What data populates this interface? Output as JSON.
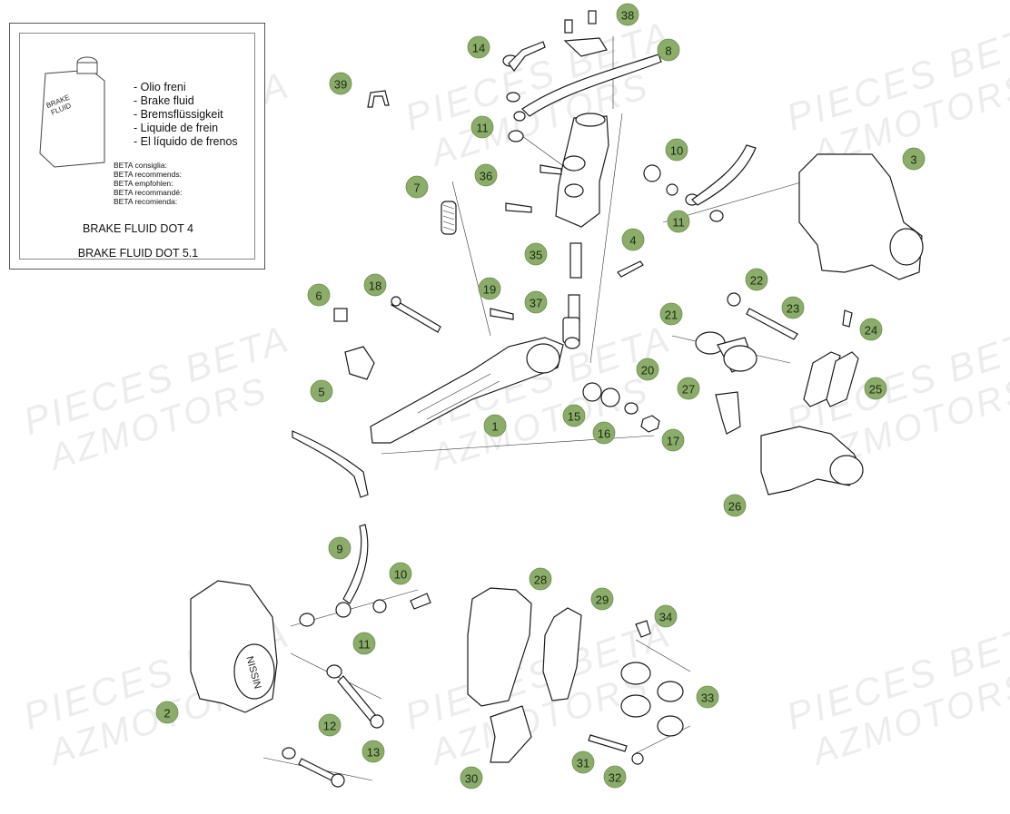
{
  "legend": {
    "bottle_text": [
      "BRAKE",
      "FLUID"
    ],
    "fluid_names": [
      "Olio freni",
      "Brake fluid",
      "Bremsflüssigkeit",
      "Liquide de frein",
      "El líquido de frenos"
    ],
    "recommendations": [
      "BETA consiglia:",
      "BETA recommends:",
      "BETA empfohlen:",
      "BETA recommandé:",
      "BETA recomienda:"
    ],
    "dot4": "BRAKE FLUID DOT 4",
    "dot51": "BRAKE FLUID DOT 5.1"
  },
  "watermark": {
    "line1": "PIECES BETA",
    "line2": "AZMOTORS"
  },
  "part_numbers": [
    "1",
    "2",
    "3",
    "4",
    "5",
    "6",
    "7",
    "8",
    "9",
    "10",
    "11",
    "12",
    "13",
    "14",
    "15",
    "16",
    "17",
    "18",
    "19",
    "20",
    "21",
    "22",
    "23",
    "24",
    "25",
    "26",
    "27",
    "28",
    "29",
    "30",
    "31",
    "32",
    "33",
    "34",
    "35",
    "36",
    "37",
    "38",
    "39"
  ],
  "callouts": [
    {
      "label": "38"
    },
    {
      "label": "14"
    },
    {
      "label": "8"
    },
    {
      "label": "39"
    },
    {
      "label": "11"
    },
    {
      "label": "10"
    },
    {
      "label": "3"
    },
    {
      "label": "36"
    },
    {
      "label": "7"
    },
    {
      "label": "11"
    },
    {
      "label": "4"
    },
    {
      "label": "35"
    },
    {
      "label": "18"
    },
    {
      "label": "6"
    },
    {
      "label": "19"
    },
    {
      "label": "37"
    },
    {
      "label": "22"
    },
    {
      "label": "23"
    },
    {
      "label": "21"
    },
    {
      "label": "24"
    },
    {
      "label": "20"
    },
    {
      "label": "5"
    },
    {
      "label": "27"
    },
    {
      "label": "25"
    },
    {
      "label": "15"
    },
    {
      "label": "1"
    },
    {
      "label": "16"
    },
    {
      "label": "17"
    },
    {
      "label": "26"
    },
    {
      "label": "9"
    },
    {
      "label": "10"
    },
    {
      "label": "28"
    },
    {
      "label": "29"
    },
    {
      "label": "34"
    },
    {
      "label": "11"
    },
    {
      "label": "2"
    },
    {
      "label": "12"
    },
    {
      "label": "13"
    },
    {
      "label": "33"
    },
    {
      "label": "31"
    },
    {
      "label": "30"
    },
    {
      "label": "32"
    }
  ],
  "caliper_brand": "NISSIN",
  "colors": {
    "callout_fill": "#8bac6a",
    "callout_stroke": "#6d8f4f",
    "line_art": "#1a1a1a"
  }
}
